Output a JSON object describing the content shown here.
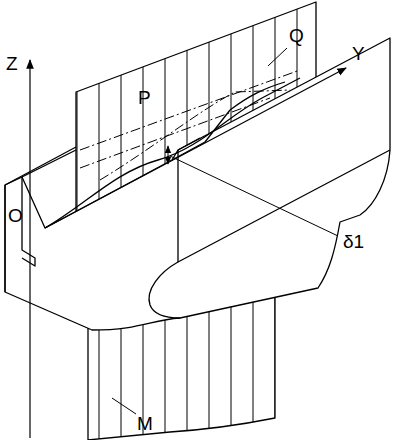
{
  "diagram": {
    "labels": [
      "Z",
      "Y",
      "Q",
      "P",
      "O",
      "δ1",
      "M"
    ]
  }
}
